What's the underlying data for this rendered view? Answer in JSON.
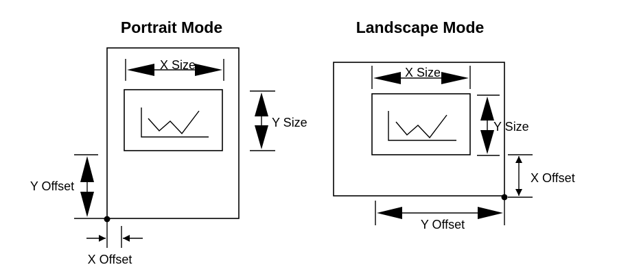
{
  "portrait": {
    "title": "Portrait Mode",
    "x_size": "X Size",
    "y_size": "Y Size",
    "y_offset": "Y Offset",
    "x_offset": "X Offset"
  },
  "landscape": {
    "title": "Landscape Mode",
    "x_size": "X Size",
    "y_size": "Y Size",
    "x_offset": "X Offset",
    "y_offset": "Y Offset"
  }
}
